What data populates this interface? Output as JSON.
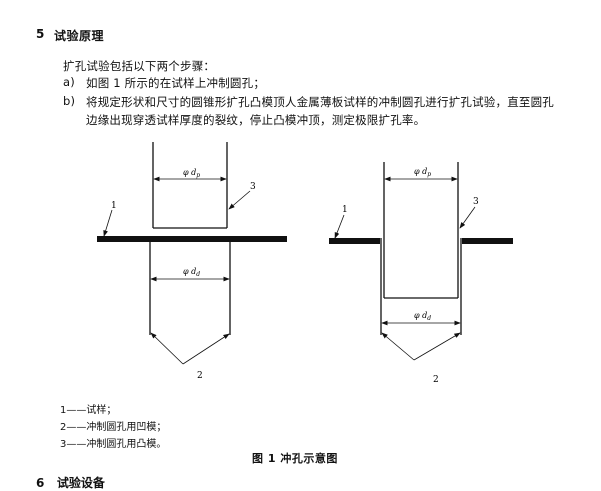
{
  "section5": {
    "number": "5",
    "title": "试验原理",
    "intro": "扩孔试验包括以下两个步骤：",
    "items": [
      {
        "label": "a)",
        "text": "如图 1 所示的在试样上冲制圆孔；"
      },
      {
        "label": "b)",
        "text": "将规定形状和尺寸的圆锥形扩孔凸模顶人金属薄板试样的冲制圆孔进行扩孔试验，直至圆孔",
        "text2": "边缘出现穿透试样厚度的裂纹，停止凸模冲顶，测定极限扩孔率。"
      }
    ]
  },
  "figure": {
    "left": {
      "dim_top": "φ dp",
      "dim_bottom": "φ dd",
      "callouts": [
        "1",
        "2",
        "3"
      ]
    },
    "right": {
      "dim_top": "φ dp",
      "dim_bottom": "φ dd",
      "callouts": [
        "1",
        "2",
        "3"
      ]
    },
    "legend": [
      "1——试样；",
      "2——冲制圆孔用凹模；",
      "3——冲制圆孔用凸模。"
    ],
    "caption": "图 1   冲孔示意图"
  },
  "section6": {
    "number": "6",
    "title": "试验设备"
  }
}
